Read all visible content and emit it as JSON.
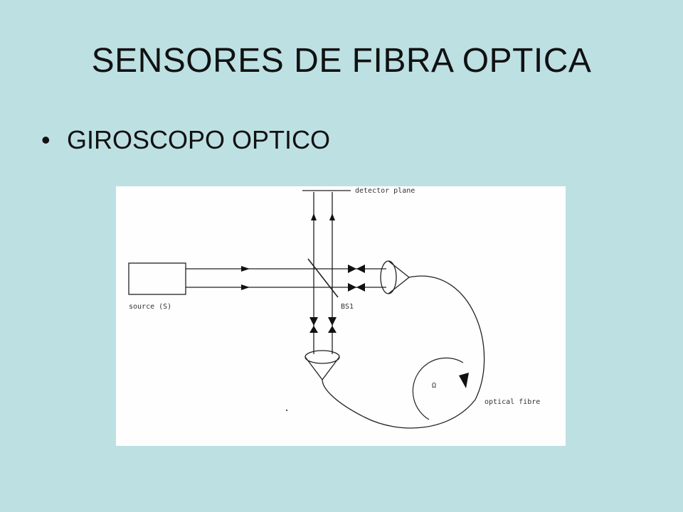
{
  "slide": {
    "title": "SENSORES DE FIBRA OPTICA",
    "bullet_glyph": "•",
    "bullet_text": "GIROSCOPO OPTICO"
  },
  "diagram": {
    "labels": {
      "detector": "detector plane",
      "source": "source (S)",
      "beamsplitter": "BS1",
      "rotation": "Ω",
      "fibre": "optical fibre"
    }
  },
  "colors": {
    "background": "#bde0e3",
    "figure_background": "#fefefe",
    "ink": "#222222"
  }
}
